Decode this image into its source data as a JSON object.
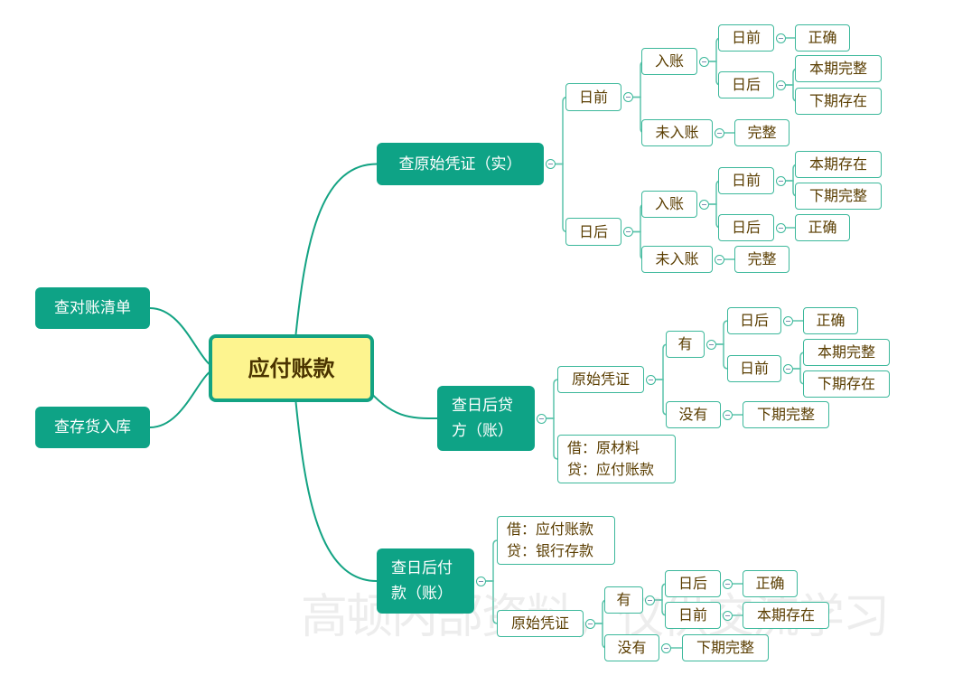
{
  "root": {
    "id": "root",
    "text": "应付账款"
  },
  "watermark": "高顿内部资料，仅供交流学习",
  "colors": {
    "branch": "#0ea386",
    "line": "#3cb89b",
    "root_fill": "#fdf48f",
    "text": "#5a3d00"
  },
  "nodes": [
    {
      "id": "l1",
      "parent": "root",
      "text": "查对账清单",
      "type": "main"
    },
    {
      "id": "l2",
      "parent": "root",
      "text": "查存货入库",
      "type": "main"
    },
    {
      "id": "a",
      "parent": "root",
      "text": "查原始凭证（实）",
      "type": "main"
    },
    {
      "id": "a1",
      "parent": "a",
      "text": "日前"
    },
    {
      "id": "a1a",
      "parent": "a1",
      "text": "入账"
    },
    {
      "id": "a1a1",
      "parent": "a1a",
      "text": "日前"
    },
    {
      "id": "a1a1a",
      "parent": "a1a1",
      "text": "正确"
    },
    {
      "id": "a1a2",
      "parent": "a1a",
      "text": "日后"
    },
    {
      "id": "a1a2a",
      "parent": "a1a2",
      "text": "本期完整"
    },
    {
      "id": "a1a2b",
      "parent": "a1a2",
      "text": "下期存在"
    },
    {
      "id": "a1b",
      "parent": "a1",
      "text": "未入账"
    },
    {
      "id": "a1b1",
      "parent": "a1b",
      "text": "完整"
    },
    {
      "id": "a2",
      "parent": "a",
      "text": "日后"
    },
    {
      "id": "a2a",
      "parent": "a2",
      "text": "入账"
    },
    {
      "id": "a2a1",
      "parent": "a2a",
      "text": "日前"
    },
    {
      "id": "a2a1a",
      "parent": "a2a1",
      "text": "本期存在"
    },
    {
      "id": "a2a1b",
      "parent": "a2a1",
      "text": "下期完整"
    },
    {
      "id": "a2a2",
      "parent": "a2a",
      "text": "日后"
    },
    {
      "id": "a2a2a",
      "parent": "a2a2",
      "text": "正确"
    },
    {
      "id": "a2b",
      "parent": "a2",
      "text": "未入账"
    },
    {
      "id": "a2b1",
      "parent": "a2b",
      "text": "完整"
    },
    {
      "id": "b",
      "parent": "root",
      "text": "查日后贷\n方（账）",
      "type": "main"
    },
    {
      "id": "b1",
      "parent": "b",
      "text": "原始凭证"
    },
    {
      "id": "b1a",
      "parent": "b1",
      "text": "有"
    },
    {
      "id": "b1a1",
      "parent": "b1a",
      "text": "日后"
    },
    {
      "id": "b1a1a",
      "parent": "b1a1",
      "text": "正确"
    },
    {
      "id": "b1a2",
      "parent": "b1a",
      "text": "日前"
    },
    {
      "id": "b1a2a",
      "parent": "b1a2",
      "text": "本期完整"
    },
    {
      "id": "b1a2b",
      "parent": "b1a2",
      "text": "下期存在"
    },
    {
      "id": "b1b",
      "parent": "b1",
      "text": "没有"
    },
    {
      "id": "b1b1",
      "parent": "b1b",
      "text": "下期完整"
    },
    {
      "id": "b2",
      "parent": "b",
      "text": "借：原材料\n贷：应付账款"
    },
    {
      "id": "c",
      "parent": "root",
      "text": "查日后付\n款（账）",
      "type": "main"
    },
    {
      "id": "c1",
      "parent": "c",
      "text": "借：应付账款\n贷：银行存款"
    },
    {
      "id": "c2",
      "parent": "c",
      "text": "原始凭证"
    },
    {
      "id": "c2a",
      "parent": "c2",
      "text": "有"
    },
    {
      "id": "c2a1",
      "parent": "c2a",
      "text": "日后"
    },
    {
      "id": "c2a1a",
      "parent": "c2a1",
      "text": "正确"
    },
    {
      "id": "c2a2",
      "parent": "c2a",
      "text": "日前"
    },
    {
      "id": "c2a2a",
      "parent": "c2a2",
      "text": "本期存在"
    },
    {
      "id": "c2b",
      "parent": "c2",
      "text": "没有"
    },
    {
      "id": "c2b1",
      "parent": "c2b",
      "text": "下期完整"
    }
  ]
}
